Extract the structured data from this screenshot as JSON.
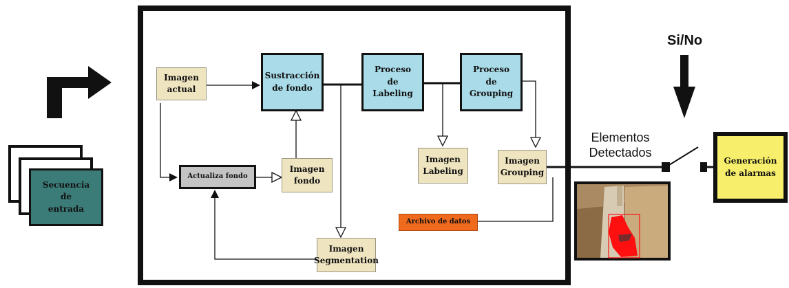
{
  "colors": {
    "frame": "#111111",
    "process_fill": "#a9dbe8",
    "data_fill": "#efe4c0",
    "update_fill": "#c4c4c4",
    "file_fill": "#f06a1e",
    "alarm_fill": "#f7ef6b",
    "sequence_fill": "#3b7b78",
    "detection_highlight": "#ff1010"
  },
  "nodes": {
    "secuencia": "Secuencia\nde\nentrada",
    "imagen_actual": "Imagen\nactual",
    "sustraccion": "Sustracción\nde fondo",
    "labeling_proc": "Proceso\nde\nLabeling",
    "grouping_proc": "Proceso\nde\nGrouping",
    "actualiza": "Actualiza fondo",
    "imagen_fondo": "Imagen\nfondo",
    "imagen_labeling": "Imagen\nLabeling",
    "imagen_grouping": "Imagen\nGrouping",
    "archivo": "Archivo de datos",
    "imagen_segmentation": "Imagen\nSegmentation",
    "alarmas": "Generación\nde alarmas"
  },
  "labels": {
    "si_no": "Si/No",
    "elementos": "Elementos\nDetectados"
  },
  "icons": {
    "input_arrow": "turn-right-arrow-icon",
    "decision_arrow": "down-arrow-icon",
    "switch": "switch-icon",
    "camera_frame": "detection-photo"
  }
}
